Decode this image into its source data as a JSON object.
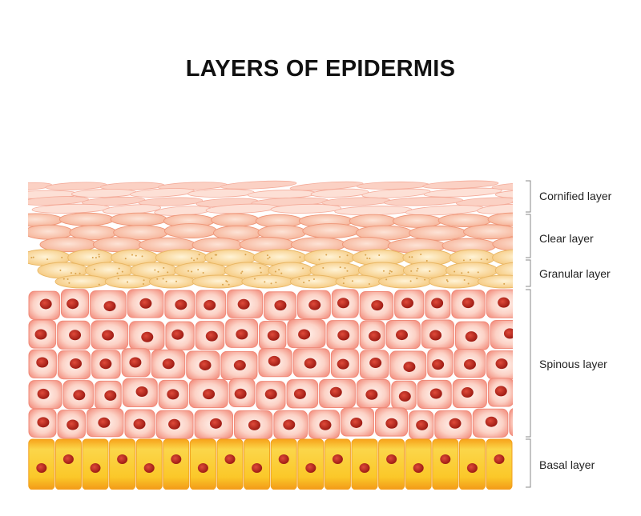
{
  "title": "LAYERS OF EPIDERMIS",
  "layers": [
    {
      "id": "cornified",
      "label": "Cornified layer"
    },
    {
      "id": "clear",
      "label": "Clear layer"
    },
    {
      "id": "granular",
      "label": "Granular layer"
    },
    {
      "id": "spinous",
      "label": "Spinous layer"
    },
    {
      "id": "basal",
      "label": "Basal layer"
    }
  ],
  "colors": {
    "cornified": "#fbd3c6",
    "clear": "#f8c2a8",
    "granular": "#f9d89a",
    "spinous": "#fbc9bd",
    "spinous_edge": "#f07a6a",
    "basal": "#f9c22a",
    "nucleus": "#b8241c",
    "bracket": "#888888"
  }
}
